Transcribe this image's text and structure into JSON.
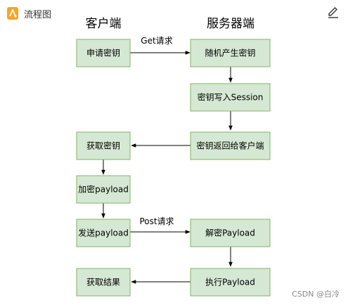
{
  "header": {
    "title": "流程图",
    "icon": "document-icon"
  },
  "columns": {
    "client": "客户端",
    "server": "服务器端"
  },
  "nodes": {
    "apply_key": "申请密钥",
    "gen_key": "随机产生密钥",
    "write_session": "密钥写入Session",
    "return_key": "密钥返回给客户端",
    "get_key": "获取密钥",
    "encrypt": "加密payload",
    "send": "发送payload",
    "decrypt": "解密Payload",
    "execute": "执行Payload",
    "result": "获取结果"
  },
  "edges": {
    "get_request": "Get请求",
    "post_request": "Post请求"
  },
  "watermark": "CSDN @白冷",
  "colors": {
    "node_fill": "#d5e8d4",
    "node_stroke": "#82b366"
  }
}
